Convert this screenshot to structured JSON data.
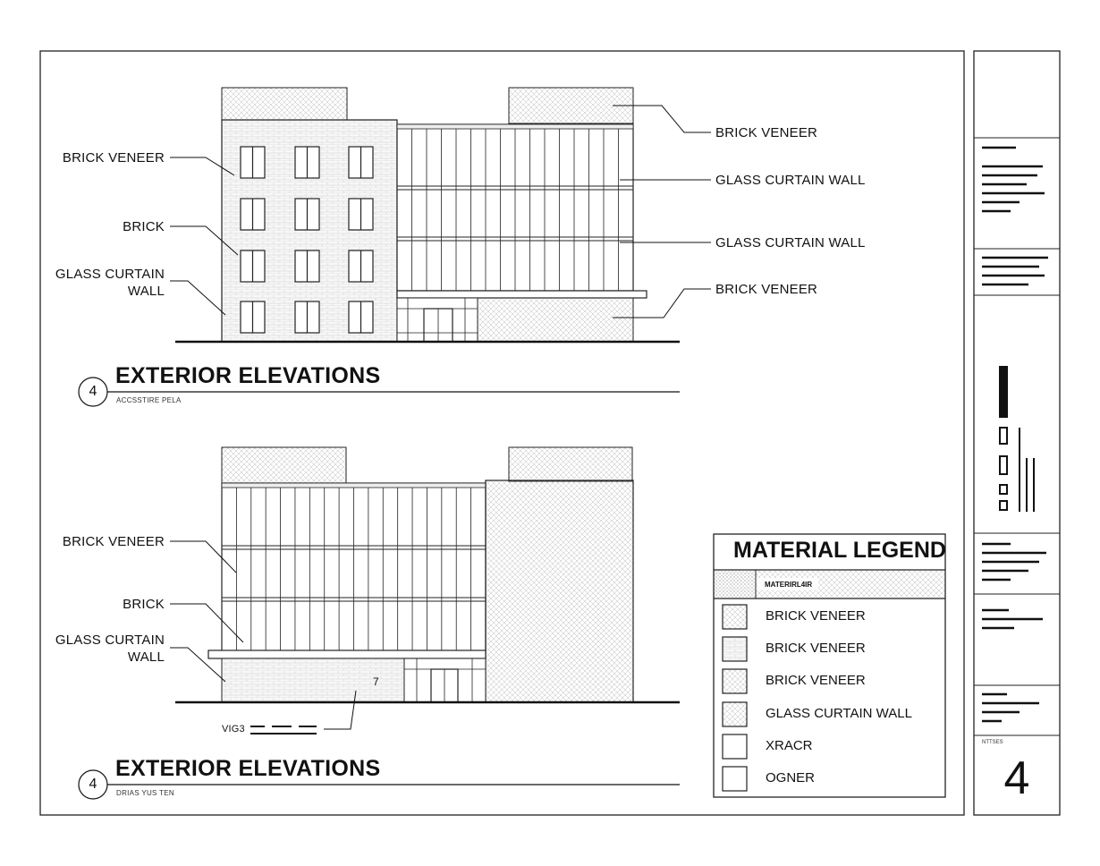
{
  "elevation_top": {
    "number": "4",
    "title": "EXTERIOR ELEVATIONS",
    "subtitle": "ACCSSTIRE PELA",
    "left_labels": [
      "BRICK VENEER",
      "BRICK",
      "GLASS CURTAIN",
      "WALL"
    ],
    "right_labels": [
      "BRICK VENEER",
      "GLASS CURTAIN WALL",
      "GLASS CURTAIN WALL",
      "BRICK VENEER"
    ]
  },
  "elevation_bottom": {
    "number": "4",
    "title": "EXTERIOR ELEVATIONS",
    "subtitle": "DRIAS YUS TEN",
    "left_labels": [
      "BRICK VENEER",
      "BRICK",
      "GLASS CURTAIN",
      "WALL"
    ],
    "note_label": "VIG3",
    "door_mark": "7"
  },
  "legend": {
    "title": "MATERIAL LEGEND",
    "header": "MATERIRL4IR",
    "items": [
      "BRICK VENEER",
      "BRICK VENEER",
      "BRICK VENEER",
      "GLASS CURTAIN WALL",
      "XRACR",
      "OGNER"
    ]
  },
  "title_block": {
    "sheet_label": "NTTSES",
    "sheet_number": "4"
  }
}
